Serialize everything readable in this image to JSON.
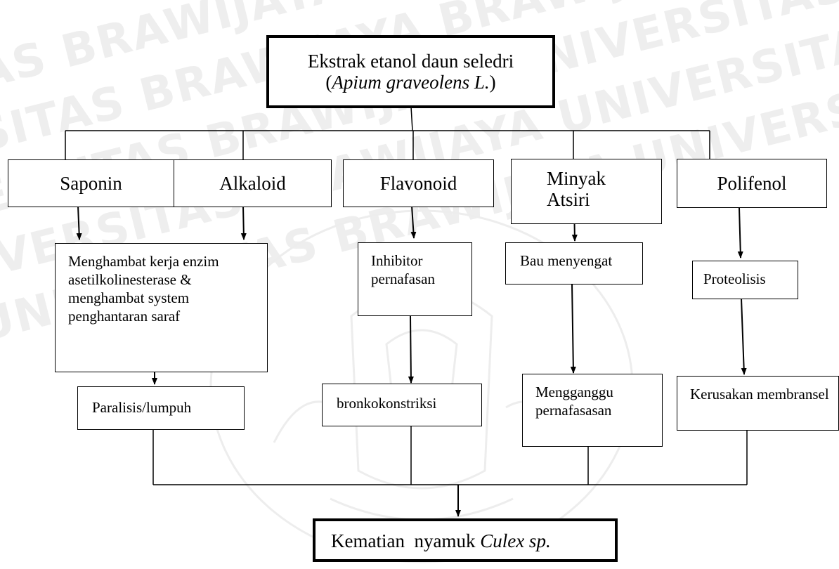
{
  "watermark": {
    "lines": [
      "AS BRAWIJAYA BRAWIJAYA UNIVERSITAS",
      "SITAS BRAWIJAYA BRAWIJAYA UNIVERSI",
      "ERSITAS BRAWIJAYA UNIVERSITAS BRA",
      "IVERSITAS BRAWIJAYA UNIVERSITAS B",
      "UNIVERSITAS BRAWIJAYA UNIVERSITAS"
    ]
  },
  "top": {
    "line1": "Ekstrak etanol daun seledri",
    "paren_open": "(",
    "species": "Apium graveolens L.",
    "paren_close": ")"
  },
  "compounds": {
    "saponin": "Saponin",
    "alkaloid": "Alkaloid",
    "flavonoid": "Flavonoid",
    "minyak_atsiri": "Minyak Atsiri",
    "polifenol": "Polifenol"
  },
  "effects": {
    "menghambat": "Menghambat kerja enzim asetilkolinesterase & menghambat system penghantaran saraf",
    "inhibitor": "Inhibitor pernafasan",
    "bau": "Bau menyengat",
    "proteolisis": "Proteolisis"
  },
  "outcomes": {
    "paralisis": "Paralisis/lumpuh",
    "bronko": "bronkokonstriksi",
    "mengganggu": "Mengganggu pernafasasan",
    "kerusakan": "Kerusakan membransel"
  },
  "bottom": {
    "prefix": "Kematian  nyamuk ",
    "species": "Culex sp."
  }
}
